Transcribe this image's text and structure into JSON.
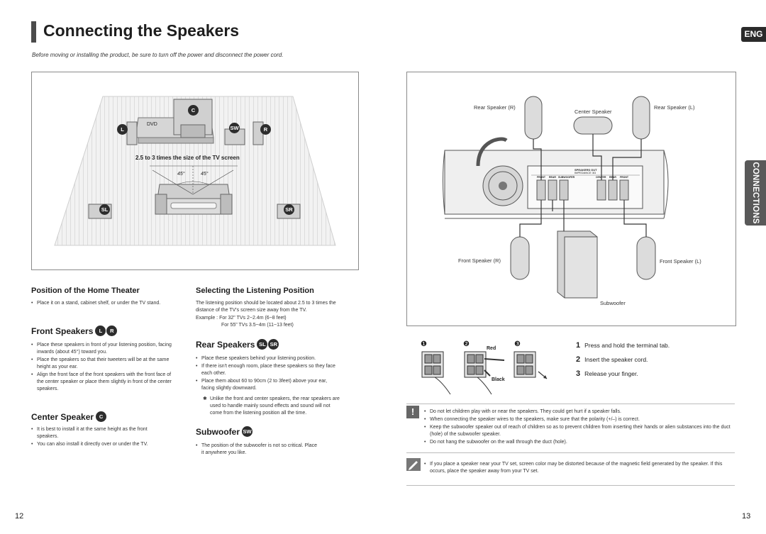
{
  "header": {
    "title": "Connecting the Speakers",
    "intro": "Before moving or installing the product, be sure to turn off the power and disconnect the power cord.",
    "lang_tab": "ENG",
    "section_tab": "CONNECTIONS"
  },
  "layout_diagram": {
    "labels": {
      "c": "C",
      "l": "L",
      "r": "R",
      "sw": "SW",
      "sl": "SL",
      "sr": "SR",
      "dvd": "DVD",
      "distance": "2.5 to 3 times the size of the TV screen",
      "angle_left": "45°",
      "angle_right": "45°"
    }
  },
  "position": {
    "title": "Position of the Home Theater",
    "bullets": [
      "Place it on a stand, cabinet shelf, or under the TV stand."
    ]
  },
  "listening": {
    "title": "Selecting the Listening Position",
    "text": "The listening position should be located about 2.5 to 3 times the distance of the TV's screen size away from the TV.",
    "example1": "Example : For 32\" TVs 2~2.4m (6~8 feet)",
    "example2": "For 55\" TVs 3.5~4m (11~13 feet)"
  },
  "front": {
    "title": "Front Speakers",
    "badge1": "L",
    "badge2": "R",
    "bullets": [
      "Place these speakers in front of your listening position, facing inwards (about 45°) toward you.",
      "Place the speakers so that their tweeters will be at the same height as your ear.",
      "Align the front face of the front speakers with the front face of the center speaker or place them slightly in front of the center speakers."
    ]
  },
  "rear": {
    "title": "Rear Speakers",
    "badge1": "SL",
    "badge2": "SR",
    "bullets": [
      "Place these speakers behind your listening position.",
      "If there isn't enough room, place these speakers so they face each other.",
      "Place them about 60 to 90cm (2 to 3feet) above your ear, facing slightly downward."
    ],
    "note_star": "✱",
    "note": "Unlike the front and center speakers, the rear speakers are used to handle mainly sound effects and sound will not come from the listening position all the time."
  },
  "center": {
    "title": "Center Speaker",
    "badge": "C",
    "bullets": [
      "It is best to install it at the same height as the front speakers.",
      "You can also install it directly over or under the TV."
    ]
  },
  "subwoofer": {
    "title": "Subwoofer",
    "badge": "SW",
    "bullets": [
      "The position of the subwoofer is not so critical. Place it anywhere you like."
    ]
  },
  "connection_diagram": {
    "rear_r": "Rear Speaker (R)",
    "rear_l": "Rear Speaker (L)",
    "center": "Center Speaker",
    "front_r": "Front Speaker (R)",
    "front_l": "Front Speaker (L)",
    "subwoofer": "Subwoofer",
    "panel_title": "SPEAKERS OUT",
    "panel_sub": "IMPEDANCE 3Ω",
    "panel_front": "FRONT",
    "panel_rear": "REAR",
    "panel_subwoofer": "SUBWOOFER",
    "panel_center": "CENTER",
    "panel_rear2": "REAR",
    "panel_front2": "FRONT"
  },
  "terminal": {
    "num1": "❶",
    "num2": "❷",
    "num3": "❸",
    "red": "Red",
    "black": "Black"
  },
  "steps": [
    {
      "num": "1",
      "text": "Press and hold the terminal tab."
    },
    {
      "num": "2",
      "text": "Insert the speaker cord."
    },
    {
      "num": "3",
      "text": "Release your finger."
    }
  ],
  "cautions": [
    "Do not let children play with or near the speakers. They could get hurt if a speaker falls.",
    "When connecting the speaker wires to the speakers, make sure that the polarity (+/–) is correct.",
    "Keep the subwoofer speaker out of reach of children so as to prevent children from inserting their hands or alien substances into the duct (hole) of the subwoofer speaker.",
    "Do not hang the subwoofer on the wall through the duct (hole)."
  ],
  "note": "If you place a speaker near your TV set, screen color may be distorted because of the magnetic field generated by the speaker. If this occurs, place the speaker away from your TV set.",
  "page_left": "12",
  "page_right": "13"
}
